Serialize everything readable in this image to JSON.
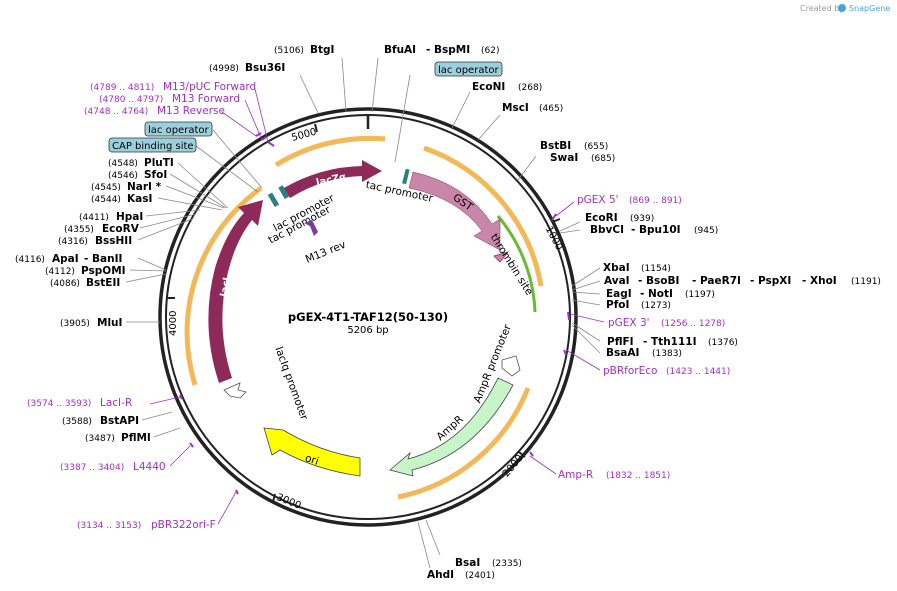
{
  "header": {
    "created_by": "Created by",
    "brand": "SnapGene"
  },
  "plasmid": {
    "name": "pGEX-4T1-TAF12(50-130)",
    "length_label": "5206 bp",
    "length": 5206
  },
  "colors": {
    "backbone": "#222222",
    "primer": "#a030c8",
    "lacZa": "#8e2a5a",
    "lacI": "#8e2a5a",
    "GST": "#c887a8",
    "AmpR": "#c8f5c8",
    "ori": "#ffff00",
    "thrombin": "#c887a8",
    "orange_arc": "#f0a020",
    "green_arc": "#66bb33",
    "operator_box": "#9ccfdc"
  },
  "ticks": [
    {
      "pos": 5000,
      "label": "5000"
    },
    {
      "pos": 1000,
      "label": "1000"
    },
    {
      "pos": 2000,
      "label": "2000"
    },
    {
      "pos": 3000,
      "label": "3000"
    },
    {
      "pos": 4000,
      "label": "4000"
    }
  ],
  "sites": [
    {
      "name": "BtgI",
      "pos": "(5106)"
    },
    {
      "name": "BfuAI",
      "pos": ""
    },
    {
      "name": "- BspMI",
      "pos": "(62)"
    },
    {
      "name": "Bsu36I",
      "pos": "(4998)"
    },
    {
      "name": "EcoNI",
      "pos": "(268)"
    },
    {
      "name": "MscI",
      "pos": "(465)"
    },
    {
      "name": "BstBI",
      "pos": "(655)"
    },
    {
      "name": "SwaI",
      "pos": "(685)"
    },
    {
      "name": "EcoRI",
      "pos": "(939)"
    },
    {
      "name": "BbvCI",
      "pos": ""
    },
    {
      "name": "- Bpu10I",
      "pos": "(945)"
    },
    {
      "name": "XbaI",
      "pos": "(1154)"
    },
    {
      "name": "AvaI",
      "pos": ""
    },
    {
      "name": "- BsoBI",
      "pos": ""
    },
    {
      "name": "- PaeR7I",
      "pos": ""
    },
    {
      "name": "- PspXI",
      "pos": ""
    },
    {
      "name": "- XhoI",
      "pos": "(1191)"
    },
    {
      "name": "EagI",
      "pos": ""
    },
    {
      "name": "- NotI",
      "pos": "(1197)"
    },
    {
      "name": "PfoI",
      "pos": "(1273)"
    },
    {
      "name": "PflFI",
      "pos": ""
    },
    {
      "name": "- Tth111I",
      "pos": "(1376)"
    },
    {
      "name": "BsaAI",
      "pos": "(1383)"
    },
    {
      "name": "BsaI",
      "pos": "(2335)"
    },
    {
      "name": "AhdI",
      "pos": "(2401)"
    },
    {
      "name": "PluTI",
      "pos": "(4548)"
    },
    {
      "name": "SfoI",
      "pos": "(4546)"
    },
    {
      "name": "NarI *",
      "pos": "(4545)"
    },
    {
      "name": "KasI",
      "pos": "(4544)"
    },
    {
      "name": "HpaI",
      "pos": "(4411)"
    },
    {
      "name": "EcoRV",
      "pos": "(4355)"
    },
    {
      "name": "BssHII",
      "pos": "(4316)"
    },
    {
      "name": "ApaI",
      "pos": "(4116)"
    },
    {
      "name": "- BanII",
      "pos": ""
    },
    {
      "name": "PspOMI",
      "pos": "(4112)"
    },
    {
      "name": "BstEII",
      "pos": "(4086)"
    },
    {
      "name": "MluI",
      "pos": "(3905)"
    },
    {
      "name": "BstAPI",
      "pos": "(3588)"
    },
    {
      "name": "PflMI",
      "pos": "(3487)"
    }
  ],
  "primers": [
    {
      "name": "M13/pUC Forward",
      "range": "(4789 .. 4811)"
    },
    {
      "name": "M13 Forward",
      "range": "(4780 .. 4797)"
    },
    {
      "name": "M13 Reverse",
      "range": "(4748 .. 4764)"
    },
    {
      "name": "pGEX 5'",
      "range": "(869 .. 891)"
    },
    {
      "name": "pGEX 3'",
      "range": "(1256 .. 1278)"
    },
    {
      "name": "pBRforEco",
      "range": "(1423 .. 1441)"
    },
    {
      "name": "Amp-R",
      "range": "(1832 .. 1851)"
    },
    {
      "name": "LacI-R",
      "range": "(3574 .. 3593)"
    },
    {
      "name": "L4440",
      "range": "(3387 .. 3404)"
    },
    {
      "name": "pBR322ori-F",
      "range": "(3134 .. 3153)"
    }
  ],
  "boxes": [
    {
      "label": "lac operator"
    },
    {
      "label": "lac operator"
    },
    {
      "label": "CAP binding site"
    }
  ],
  "features": {
    "lacZa": "lacZα",
    "lacI": "lacI",
    "GST": "GST",
    "ori": "ori",
    "AmpR": "AmpR",
    "thrombin_site": "thrombin site",
    "tac_promoter_top": "tac promoter",
    "tac_promoter_left": "tac promoter",
    "lac_promoter": "lac promoter",
    "M13_rev": "M13 rev",
    "lacIq_promoter": "lacIq promoter",
    "AmpR_promoter": "AmpR promoter"
  }
}
